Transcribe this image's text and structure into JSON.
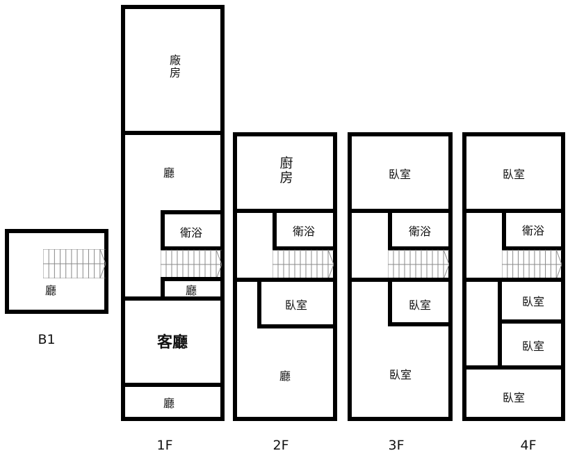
{
  "floors": {
    "b1": {
      "name": "B1",
      "rooms": {
        "hall": "廳"
      }
    },
    "f1": {
      "name": "1F",
      "rooms": {
        "factory": "廠房",
        "hall": "廳",
        "bath": "衛浴",
        "small_hall": "廳",
        "living": "客廳",
        "front_hall": "廳"
      }
    },
    "f2": {
      "name": "2F",
      "rooms": {
        "kitchen": "廚房",
        "bath": "衛浴",
        "bedroom": "臥室",
        "hall": "廳"
      }
    },
    "f3": {
      "name": "3F",
      "rooms": {
        "bedroom_top": "臥室",
        "bath": "衛浴",
        "bedroom_mid": "臥室",
        "bedroom_bottom": "臥室"
      }
    },
    "f4": {
      "name": "4F",
      "rooms": {
        "bedroom_top": "臥室",
        "bath": "衛浴",
        "bedroom_a": "臥室",
        "bedroom_b": "臥室",
        "bedroom_bottom": "臥室"
      }
    }
  }
}
